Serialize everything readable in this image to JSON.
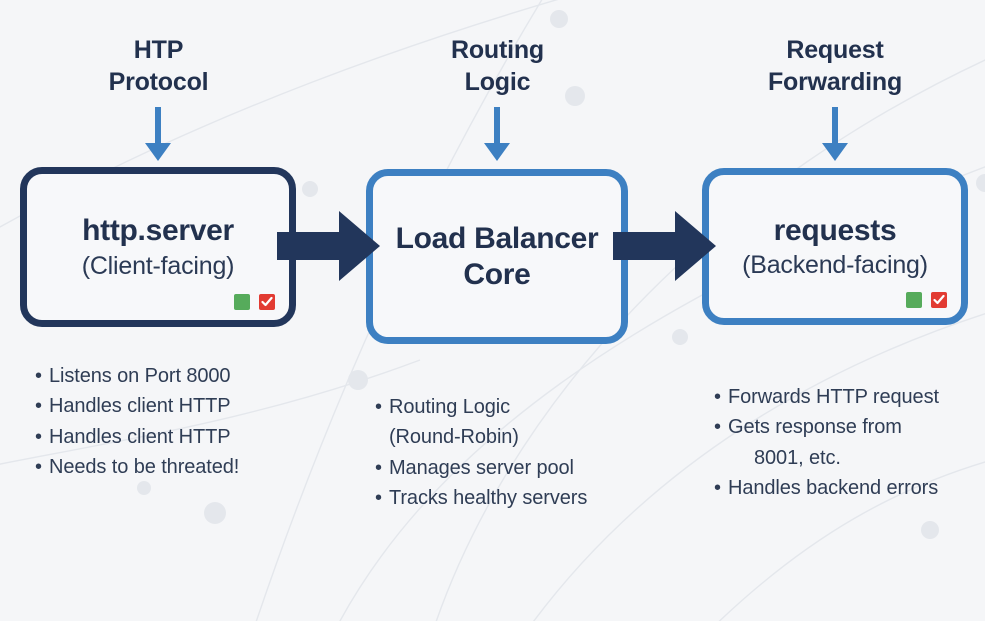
{
  "theme": {
    "background": "#f5f6f8",
    "navy": "#22365b",
    "blue": "#3d80c2",
    "text_dark": "#22314e",
    "text_body": "#2f3d55",
    "badge_green": "#56ab5b",
    "badge_red": "#e23b32"
  },
  "captions": [
    {
      "line1": "HTP",
      "line2": "Protocol"
    },
    {
      "line1": "Routing",
      "line2": "Logic"
    },
    {
      "line1": "Request",
      "line2": "Forwarding"
    }
  ],
  "nodes": [
    {
      "title": "http.server",
      "subtitle": "(Client-facing)",
      "border_style": "dark",
      "badges": [
        "status-square-green",
        "status-check-red"
      ]
    },
    {
      "title_line1": "Load Balancer",
      "title_line2": "Core",
      "subtitle": "",
      "border_style": "blue",
      "badges": []
    },
    {
      "title": "requests",
      "subtitle": "(Backend-facing)",
      "border_style": "blue",
      "badges": [
        "status-square-green",
        "status-check-red"
      ]
    }
  ],
  "bullet_lists": [
    {
      "items": [
        {
          "text": "Listens on Port 8000",
          "continuation": ""
        },
        {
          "text": "Handles client HTTP",
          "continuation": ""
        },
        {
          "text": "Handles client HTTP",
          "continuation": ""
        },
        {
          "text": "Needs to be threated!",
          "continuation": ""
        }
      ]
    },
    {
      "items": [
        {
          "text": "Routing Logic",
          "continuation": "(Round-Robin)"
        },
        {
          "text": "Manages server pool",
          "continuation": ""
        },
        {
          "text": "Tracks healthy servers",
          "continuation": ""
        }
      ]
    },
    {
      "items": [
        {
          "text": "Forwards HTTP request",
          "continuation": ""
        },
        {
          "text": "Gets response from",
          "continuation": "8001, etc."
        },
        {
          "text": "Handles backend errors",
          "continuation": ""
        }
      ]
    }
  ],
  "bullet_glyph": "•",
  "arrows": {
    "down_label": "down-arrow",
    "flow_label": "flow-arrow"
  }
}
